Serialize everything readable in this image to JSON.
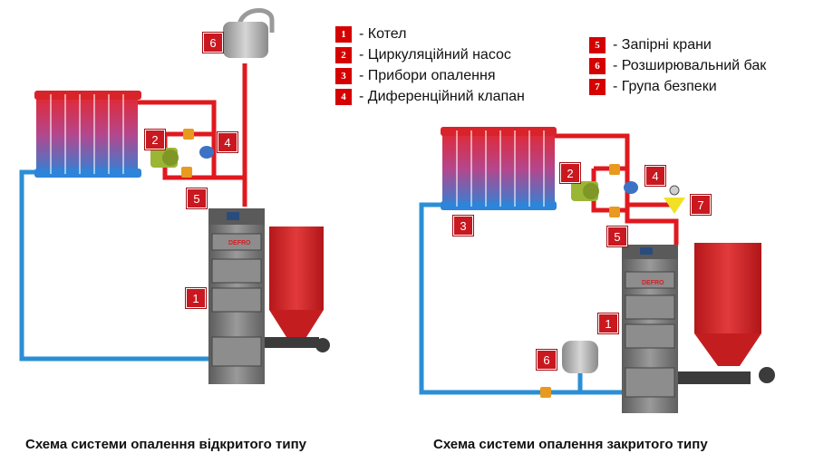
{
  "legend_left": [
    {
      "num": "1",
      "text": "- Котел"
    },
    {
      "num": "2",
      "text": "- Циркуляційний насос"
    },
    {
      "num": "3",
      "text": "- Прибори опалення"
    },
    {
      "num": "4",
      "text": "- Диференційний клапан"
    }
  ],
  "legend_right": [
    {
      "num": "5",
      "text": "- Запірні крани"
    },
    {
      "num": "6",
      "text": "- Розширювальний бак"
    },
    {
      "num": "7",
      "text": "- Група безпеки"
    }
  ],
  "captions": {
    "open": "Схема системи  опалення відкритого типу",
    "closed": "Схема системи  опалення закритого типу"
  },
  "brand": "DEFRO",
  "colors": {
    "hot_pipe": "#e0191f",
    "cold_pipe": "#2b8fd6",
    "label_bg": "#c9181f",
    "boiler_body": "#7a7a7a",
    "hopper": "#d32224"
  }
}
